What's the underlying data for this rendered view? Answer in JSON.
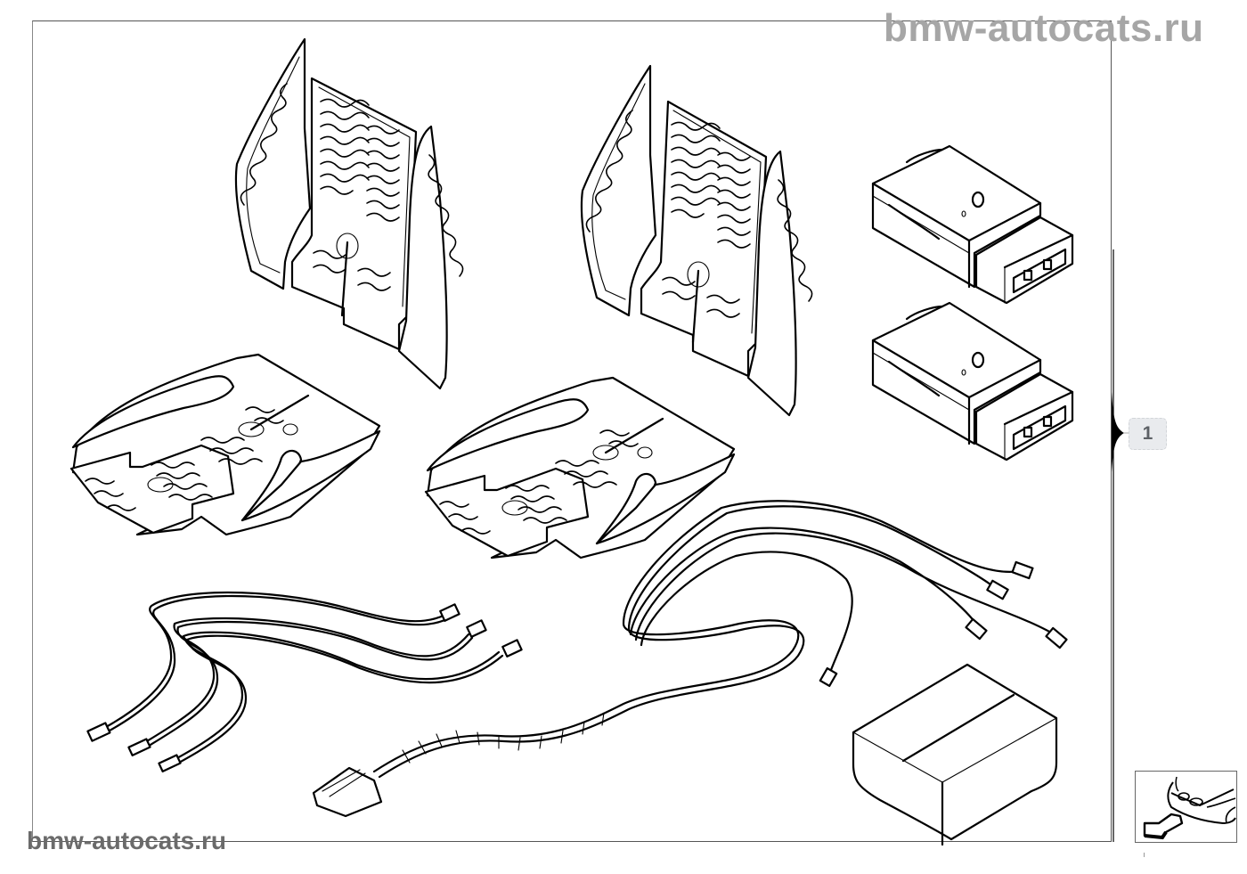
{
  "watermarks": {
    "top_right": "bmw-autocats.ru",
    "bottom_left": "bmw-autocats.ru"
  },
  "diagram": {
    "title": "Seat heating retrofit kit",
    "parts": [
      {
        "name": "backrest-heating-element-left",
        "icon": "seat-backrest-heater"
      },
      {
        "name": "backrest-heating-element-right",
        "icon": "seat-backrest-heater"
      },
      {
        "name": "cushion-heating-element-left",
        "icon": "seat-cushion-heater"
      },
      {
        "name": "cushion-heating-element-right",
        "icon": "seat-cushion-heater"
      },
      {
        "name": "control-unit-upper",
        "icon": "connector-module"
      },
      {
        "name": "control-unit-lower",
        "icon": "connector-module"
      },
      {
        "name": "wiring-harness-short",
        "icon": "wire-harness"
      },
      {
        "name": "wiring-harness-main",
        "icon": "wire-harness"
      },
      {
        "name": "small-parts-box",
        "icon": "parts-box"
      }
    ],
    "callouts": [
      {
        "label": "1"
      }
    ]
  },
  "navigation": {
    "thumbnail_label": "front-bumper-arrow-icon"
  }
}
